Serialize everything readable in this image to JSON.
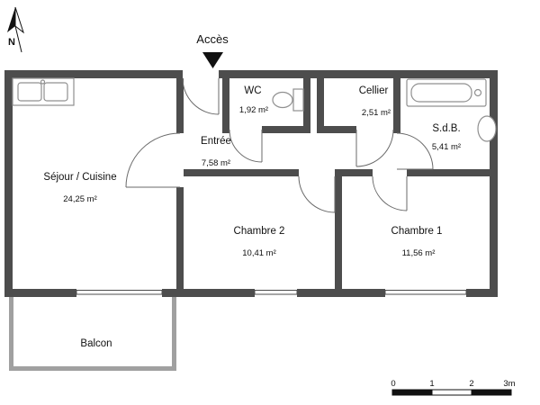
{
  "plan": {
    "access_label": "Accès",
    "compass_label": "N"
  },
  "rooms": {
    "sejour": {
      "name": "Séjour / Cuisine",
      "area": "24,25 m²"
    },
    "entree": {
      "name": "Entrée",
      "area": "7,58 m²"
    },
    "wc": {
      "name": "WC",
      "area": "1,92 m²"
    },
    "cellier": {
      "name": "Cellier",
      "area": "2,51 m²"
    },
    "sdb": {
      "name": "S.d.B.",
      "area": "5,41 m²"
    },
    "chambre2": {
      "name": "Chambre 2",
      "area": "10,41 m²"
    },
    "chambre1": {
      "name": "Chambre 1",
      "area": "11,56 m²"
    },
    "balcon": {
      "name": "Balcon",
      "area": ""
    }
  },
  "scale_bar": {
    "ticks": [
      "0",
      "1",
      "2",
      "3m"
    ]
  },
  "colors": {
    "wall": "#4d4d4d",
    "fixture": "#909090",
    "balcony": "#a0a0a0",
    "text": "#111111"
  }
}
